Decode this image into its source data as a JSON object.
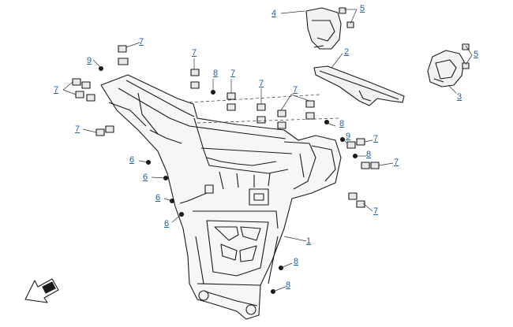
{
  "colors": {
    "callout_text": "#1c5fa8",
    "line_art": "#1a1a1a",
    "leader_lines": "#333333"
  },
  "callouts": [
    {
      "label": "1"
    },
    {
      "label": "2"
    },
    {
      "label": "3"
    },
    {
      "label": "4"
    },
    {
      "label": "5"
    },
    {
      "label": "5"
    },
    {
      "label": "6"
    },
    {
      "label": "6"
    },
    {
      "label": "6"
    },
    {
      "label": "6"
    },
    {
      "label": "7"
    },
    {
      "label": "7"
    },
    {
      "label": "7"
    },
    {
      "label": "7"
    },
    {
      "label": "7"
    },
    {
      "label": "7"
    },
    {
      "label": "7"
    },
    {
      "label": "7"
    },
    {
      "label": "7"
    },
    {
      "label": "7"
    },
    {
      "label": "8"
    },
    {
      "label": "8"
    },
    {
      "label": "8"
    },
    {
      "label": "8"
    },
    {
      "label": "8"
    },
    {
      "label": "9"
    },
    {
      "label": "9"
    }
  ],
  "icons": {
    "front_direction": "front-direction-arrow-icon"
  }
}
